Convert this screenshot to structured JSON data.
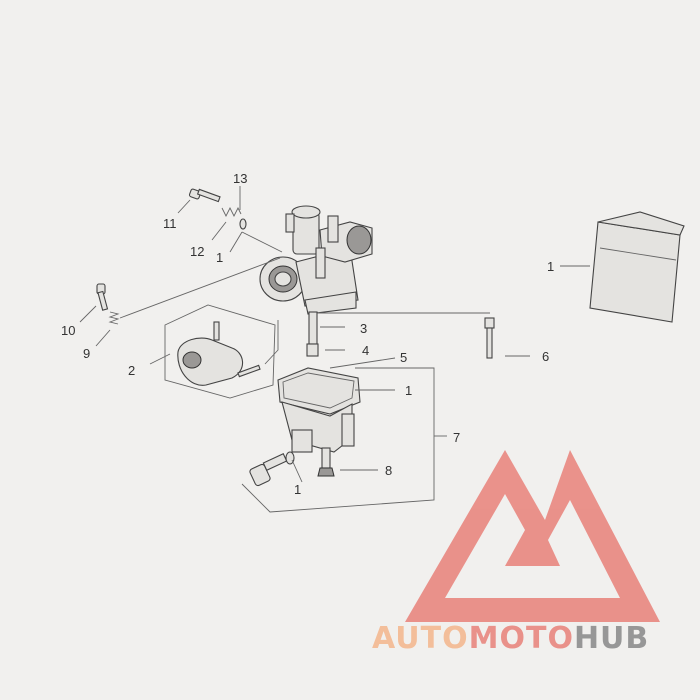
{
  "callouts": {
    "c1_bag": "1",
    "c1_upper": "1",
    "c1_bowl": "1",
    "c1_lower": "1",
    "c2": "2",
    "c3": "3",
    "c4": "4",
    "c5": "5",
    "c6": "6",
    "c7": "7",
    "c8": "8",
    "c9": "9",
    "c10": "10",
    "c11": "11",
    "c12": "12",
    "c13": "13"
  },
  "watermark": {
    "part1": "AUTO",
    "part2": "MOTO",
    "part3": "HUB",
    "color_orange": "#f4b183",
    "color_red": "#e8776f",
    "color_gray": "#7f7f7f"
  }
}
